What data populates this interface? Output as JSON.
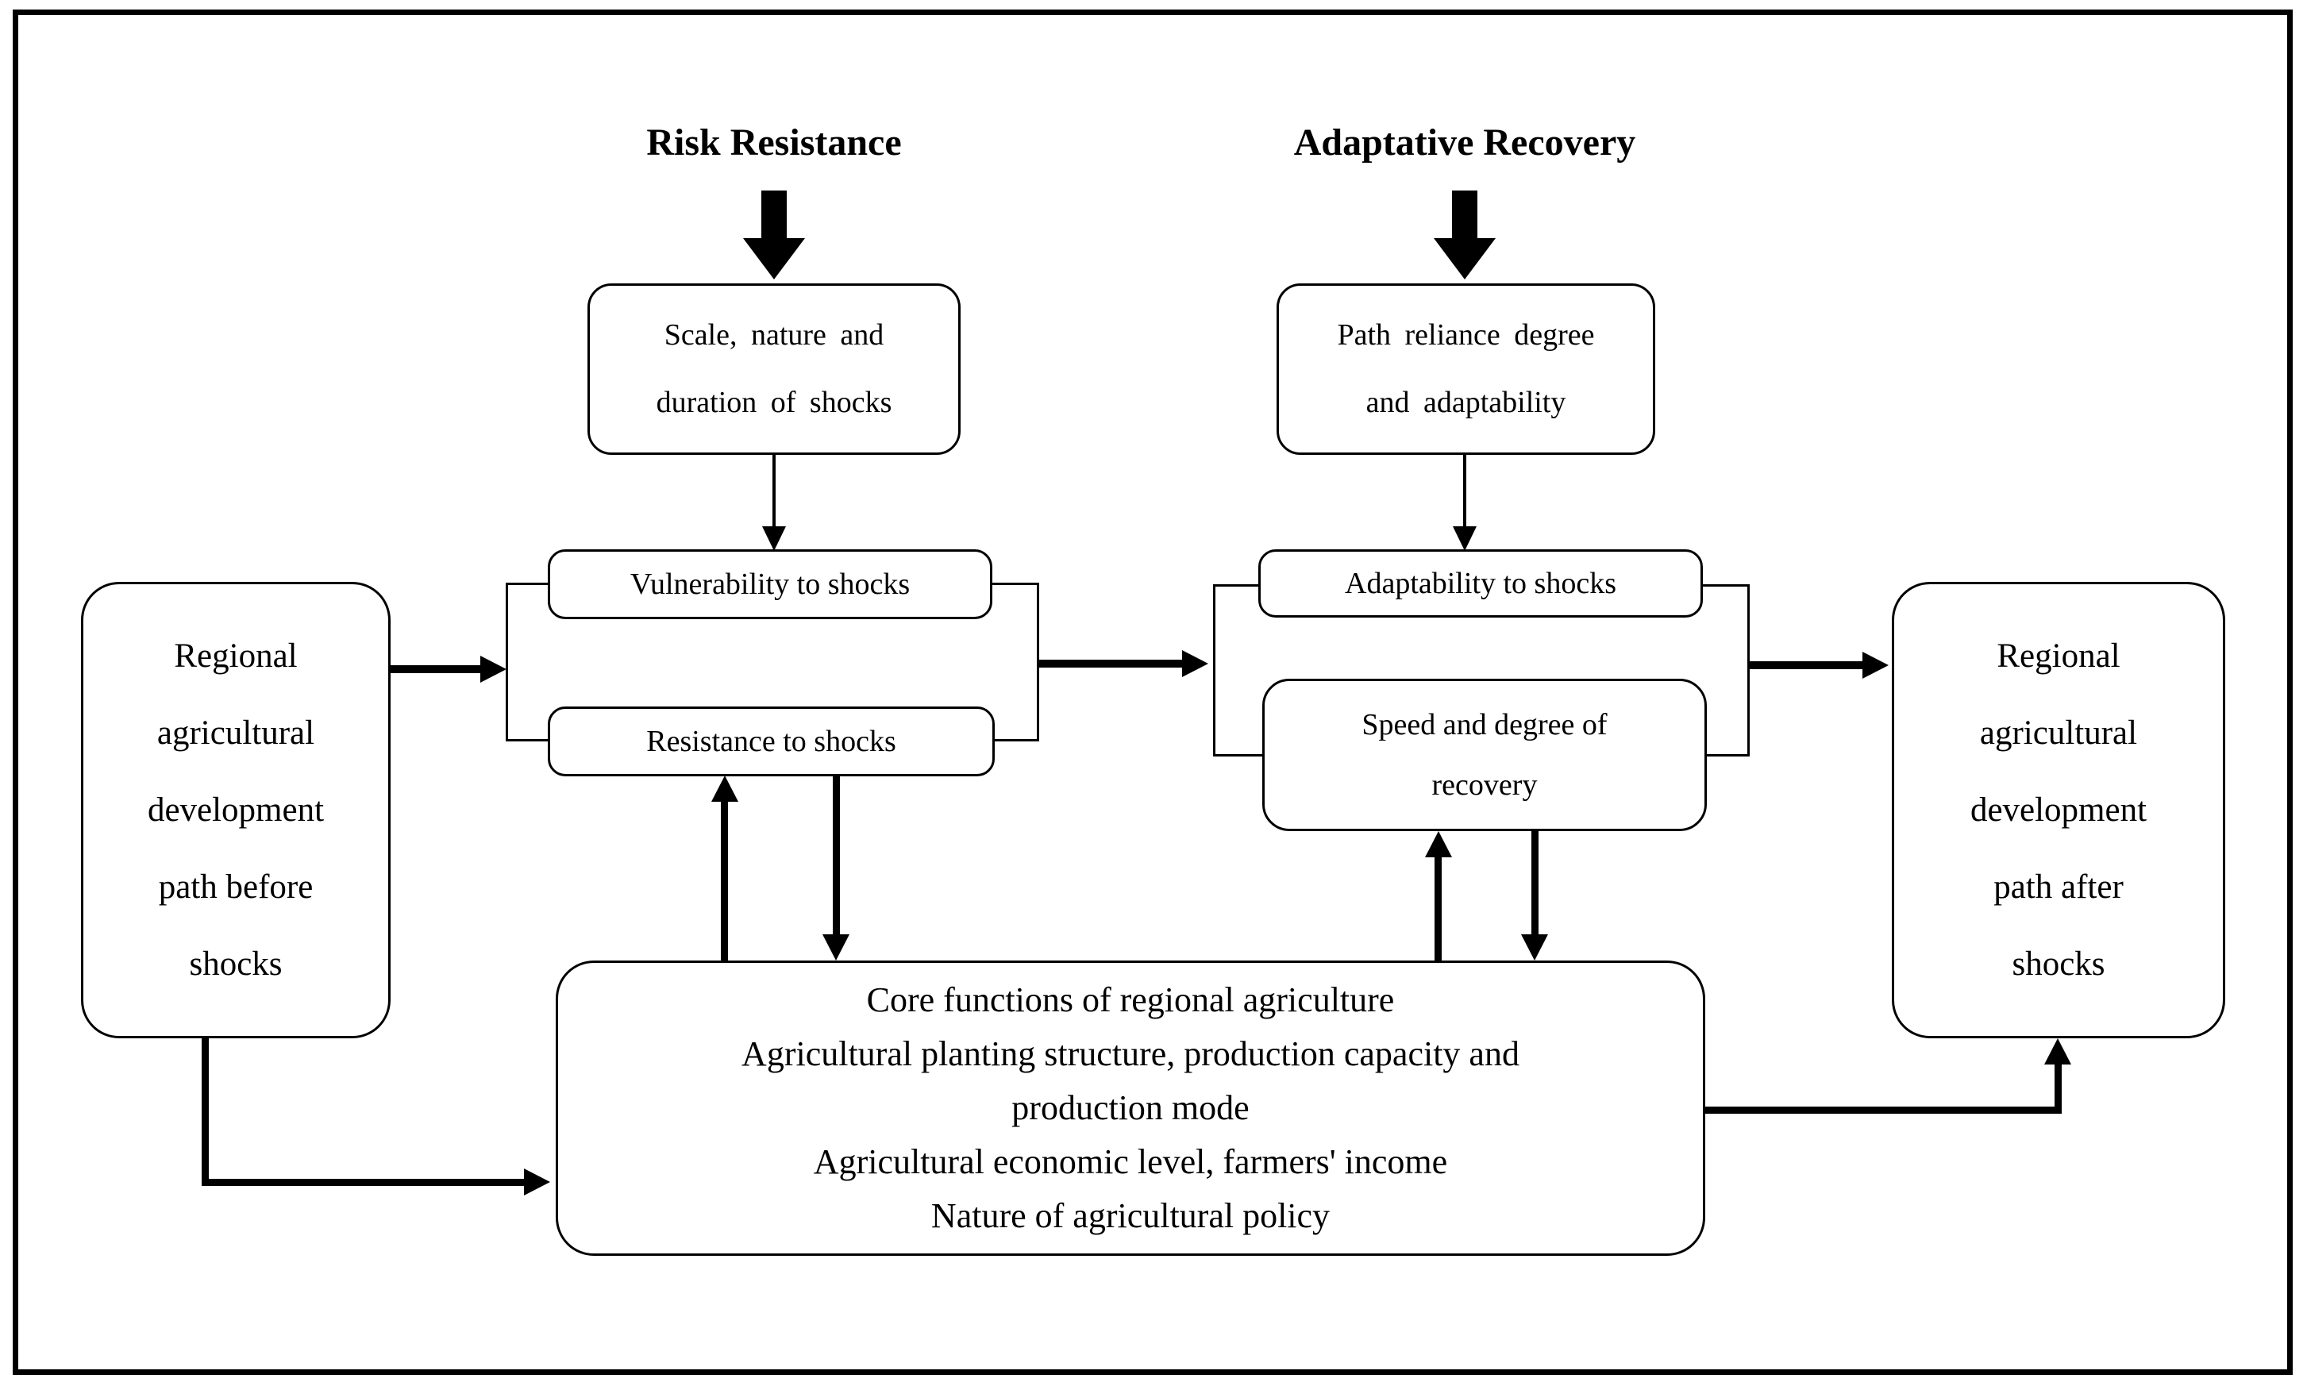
{
  "diagram": {
    "titles": {
      "risk_resistance": "Risk Resistance",
      "adaptative_recovery": "Adaptative Recovery"
    },
    "boxes": {
      "shock_characteristics": {
        "lines": [
          "Scale, nature and",
          "duration of shocks"
        ]
      },
      "path_reliance": {
        "lines": [
          "Path reliance degree",
          "and adaptability"
        ]
      },
      "vulnerability": {
        "label": "Vulnerability to shocks"
      },
      "resistance": {
        "label": "Resistance to shocks"
      },
      "adaptability": {
        "label": "Adaptability to shocks"
      },
      "recovery_speed": {
        "lines": [
          "Speed and degree of",
          "recovery"
        ]
      },
      "path_before": {
        "lines": [
          "Regional",
          "agricultural",
          "development",
          "path before",
          "shocks"
        ]
      },
      "path_after": {
        "lines": [
          "Regional",
          "agricultural",
          "development",
          "path after",
          "shocks"
        ]
      },
      "core_functions": {
        "lines": [
          "Core functions of regional agriculture",
          "Agricultural planting structure, production capacity and",
          "production mode",
          "Agricultural economic level, farmers' income",
          "Nature of agricultural policy"
        ]
      }
    },
    "colors": {
      "ink": "#000000",
      "background": "#ffffff"
    }
  }
}
